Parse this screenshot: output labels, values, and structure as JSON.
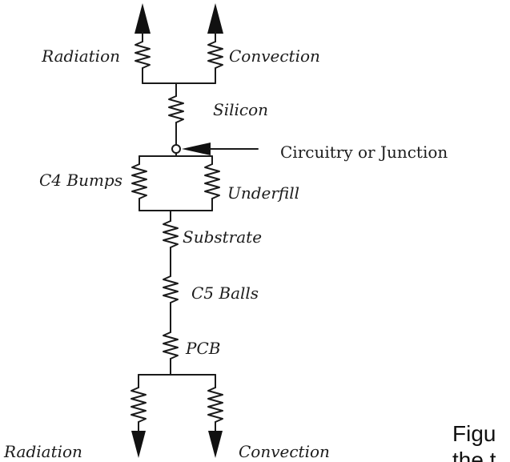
{
  "labels": {
    "radiation_top": "Radiation",
    "convection_top": "Convection",
    "silicon": "Silicon",
    "junction": "Circuitry or Junction",
    "c4_bumps": "C4 Bumps",
    "underfill": "Underfill",
    "substrate": "Substrate",
    "c5_balls": "C5 Balls",
    "pcb": "PCB",
    "radiation_bottom": "Radiation",
    "convection_bottom": "Convection"
  },
  "caption": {
    "line1": "Figu",
    "line2": "the t"
  }
}
